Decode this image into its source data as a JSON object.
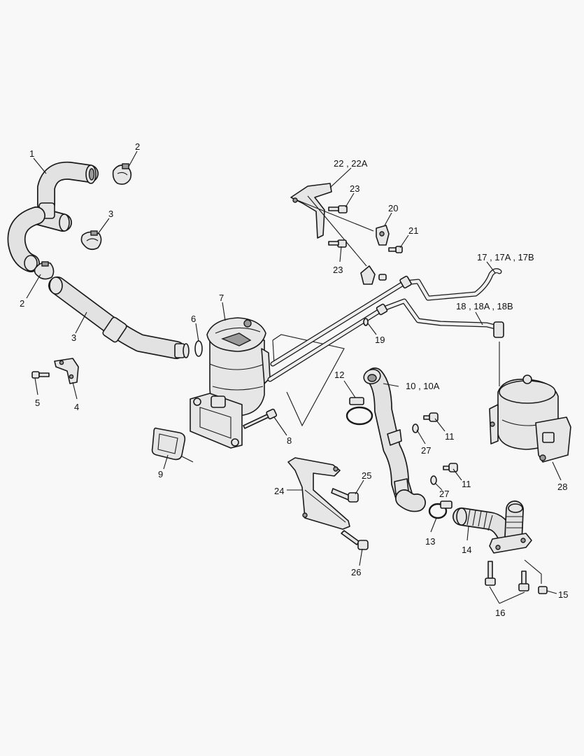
{
  "callouts": {
    "c1": "1",
    "c2a": "2",
    "c2b": "2",
    "c3a": "3",
    "c3b": "3",
    "c4": "4",
    "c5": "5",
    "c6": "6",
    "c7": "7",
    "c8": "8",
    "c9": "9",
    "c10": "10 , 10A",
    "c11a": "11",
    "c11b": "11",
    "c12": "12",
    "c13": "13",
    "c14": "14",
    "c15": "15",
    "c16": "16",
    "c17": "17 , 17A , 17B",
    "c18": "18 , 18A , 18B",
    "c19": "19",
    "c20": "20",
    "c21": "21",
    "c22": "22 , 22A",
    "c23a": "23",
    "c23b": "23",
    "c24": "24",
    "c25": "25",
    "c26": "26",
    "c27a": "27",
    "c27b": "27",
    "c28": "28"
  }
}
